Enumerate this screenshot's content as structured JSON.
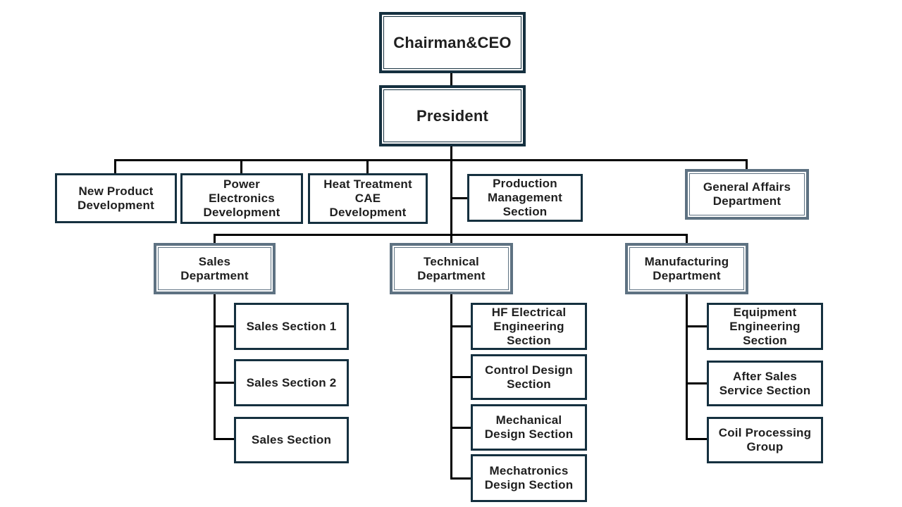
{
  "colors": {
    "exec_border": "#15303f",
    "section_border": "#15303f",
    "department_border": "#5e7282",
    "connector": "#000000",
    "text": "#1f1f1f",
    "background": "#ffffff"
  },
  "org": {
    "chairman": {
      "label": "Chairman&CEO"
    },
    "president": {
      "label": "President"
    },
    "president_reports": {
      "new_product": {
        "label": "New Product\nDevelopment"
      },
      "power_electronics": {
        "label": "Power\nElectronics\nDevelopment"
      },
      "heat_treatment_cae": {
        "label": "Heat Treatment\nCAE\nDevelopment"
      },
      "production_management": {
        "label": "Production\nManagement\nSection"
      },
      "general_affairs": {
        "label": "General Affairs\nDepartment"
      }
    },
    "departments": {
      "sales": {
        "label": "Sales\nDepartment",
        "sections": {
          "sales1": {
            "label": "Sales Section 1"
          },
          "sales2": {
            "label": "Sales Section 2"
          },
          "sales3": {
            "label": "Sales Section"
          }
        }
      },
      "technical": {
        "label": "Technical\nDepartment",
        "sections": {
          "hf_electrical": {
            "label": "HF Electrical\nEngineering\nSection"
          },
          "control_design": {
            "label": "Control Design\nSection"
          },
          "mechanical_design": {
            "label": "Mechanical\nDesign Section"
          },
          "mechatronics_design": {
            "label": "Mechatronics\nDesign Section"
          }
        }
      },
      "manufacturing": {
        "label": "Manufacturing\nDepartment",
        "sections": {
          "equipment": {
            "label": "Equipment\nEngineering\nSection"
          },
          "after_sales": {
            "label": "After Sales\nService Section"
          },
          "coil_processing": {
            "label": "Coil Processing\nGroup"
          }
        }
      }
    }
  }
}
